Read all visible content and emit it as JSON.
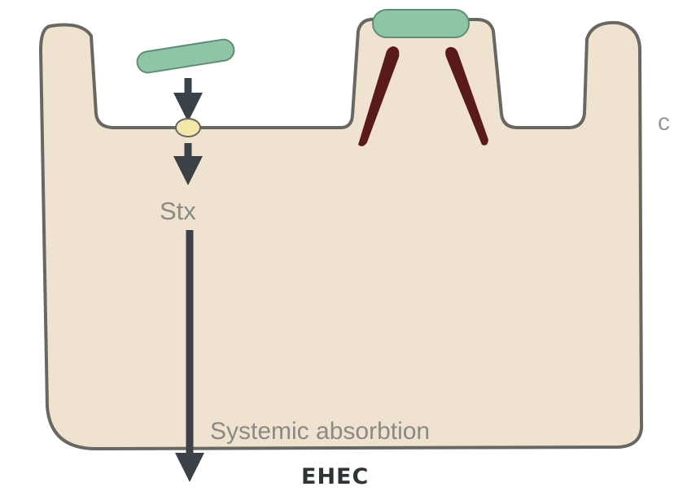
{
  "labels": {
    "toxin": "Stx",
    "absorption": "Systemic absorbtion",
    "title": "EHEC",
    "edge_fragment": "c"
  },
  "colors": {
    "cell_fill": "#efe3d0",
    "cell_outline": "#686862",
    "bacterium_fill": "#8ec5a6",
    "bacterium_outline": "#5e8f76",
    "pedestal_fill": "#5a1a1a",
    "arrow": "#3a4248",
    "pore_fill": "#f3e6a8"
  }
}
